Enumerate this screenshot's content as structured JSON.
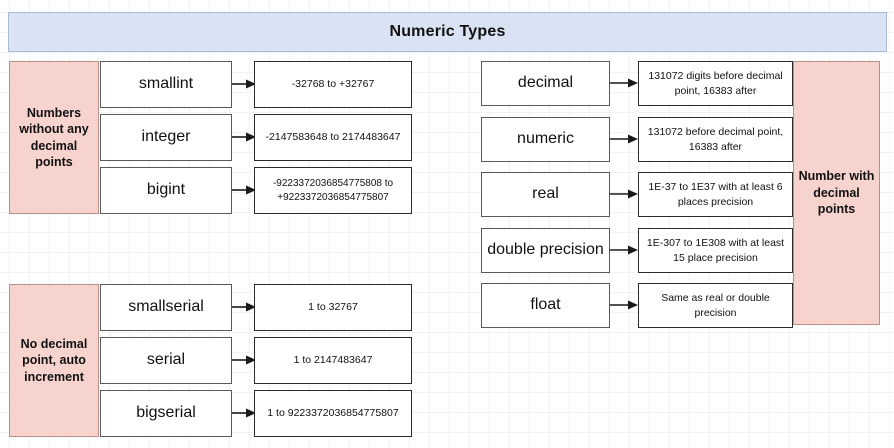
{
  "banner": {
    "title": "Numeric Types"
  },
  "groups": [
    {
      "id": "numbers-without-decimal-points",
      "label": "Numbers without any decimal points"
    },
    {
      "id": "no-decimal-point-auto-increment",
      "label": "No decimal point, auto increment"
    },
    {
      "id": "number-with-decimal-points",
      "label": "Number with decimal points"
    }
  ],
  "rows": [
    {
      "type": "smallint",
      "detail": "-32768 to +32767"
    },
    {
      "type": "integer",
      "detail": "-2147583648 to 2174483647"
    },
    {
      "type": "bigint",
      "detail": "-9223372036854775808 to +9223372036854775807"
    },
    {
      "type": "smallserial",
      "detail": "1 to 32767"
    },
    {
      "type": "serial",
      "detail": "1 to 2147483647"
    },
    {
      "type": "bigserial",
      "detail": "1 to 9223372036854775807"
    },
    {
      "type": "decimal",
      "detail": "131072 digits before decimal point, 16383 after"
    },
    {
      "type": "numeric",
      "detail": "131072 before decimal point, 16383 after"
    },
    {
      "type": "real",
      "detail": "1E-37 to 1E37 with at least 6 places precision"
    },
    {
      "type": "double precision",
      "detail": "1E-307 to 1E308 with at least 15 place precision"
    },
    {
      "type": "float",
      "detail": "Same as real or double precision"
    }
  ],
  "colors": {
    "banner_fill": "#dae3f3",
    "banner_stroke": "#a9b9d6",
    "group_fill": "#f7d3ce",
    "group_stroke": "#b98f8a",
    "box_fill": "#ffffff",
    "box_stroke": "#2b2b2b",
    "grid_line": "#f2f2f2",
    "text": "#111111"
  }
}
